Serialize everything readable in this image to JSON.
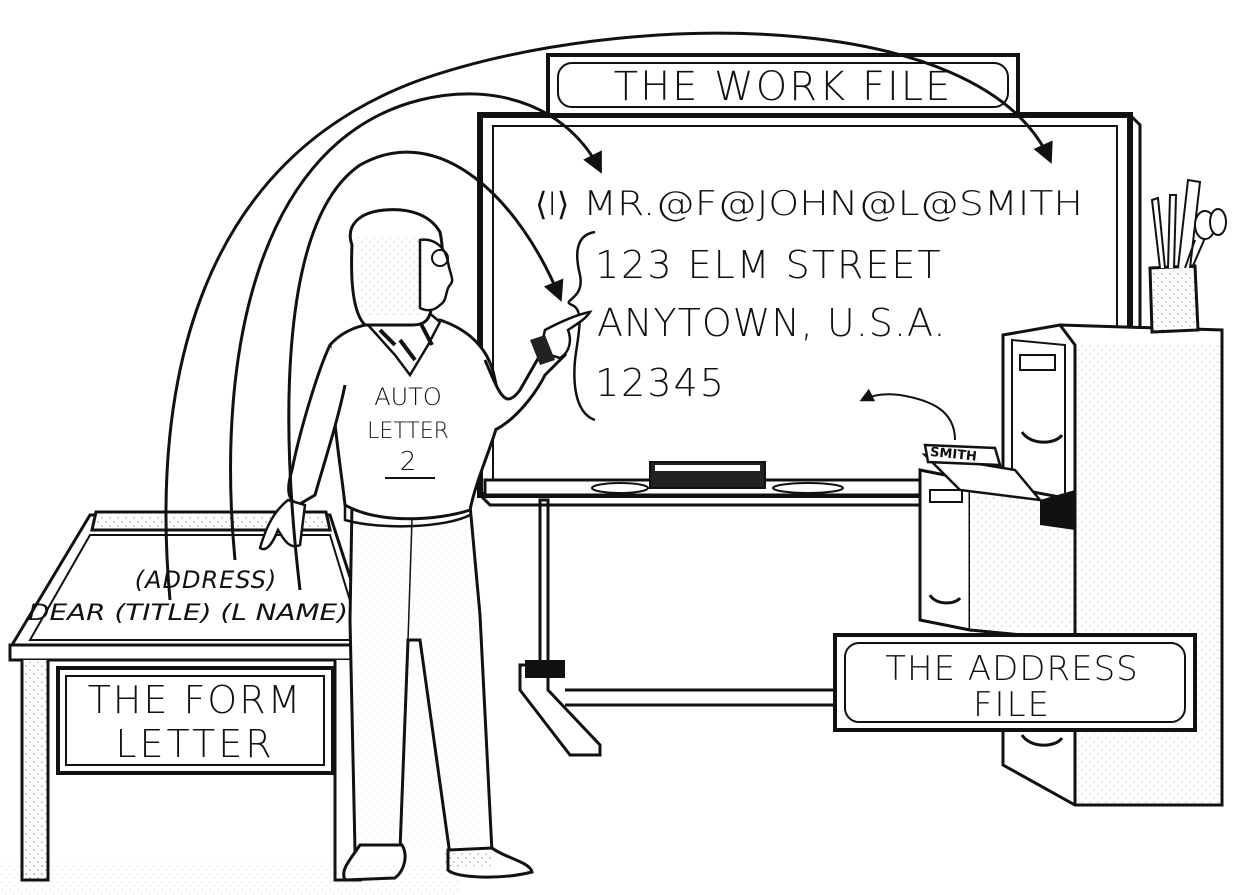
{
  "work_file": {
    "sign": "THE WORK FILE",
    "record_marker": "⟨I⟩",
    "line1": "MR.@F@JOHN@L@SMITH",
    "line2": "123 ELM STREET",
    "line3": "ANYTOWN, U.S.A.",
    "line4": "12345"
  },
  "form_letter": {
    "line1": "(ADDRESS)",
    "line2": "DEAR (TITLE) (L NAME)",
    "sign_line1": "THE FORM",
    "sign_line2": "LETTER"
  },
  "badge": {
    "line1": "AUTO",
    "line2": "LETTER",
    "line3": "2"
  },
  "address_file": {
    "folder_tab": "SMITH",
    "sign_line1": "THE ADDRESS",
    "sign_line2": "FILE"
  },
  "colors": {
    "ink": "#111111",
    "paper": "#ffffff",
    "stipple": "#555555"
  }
}
